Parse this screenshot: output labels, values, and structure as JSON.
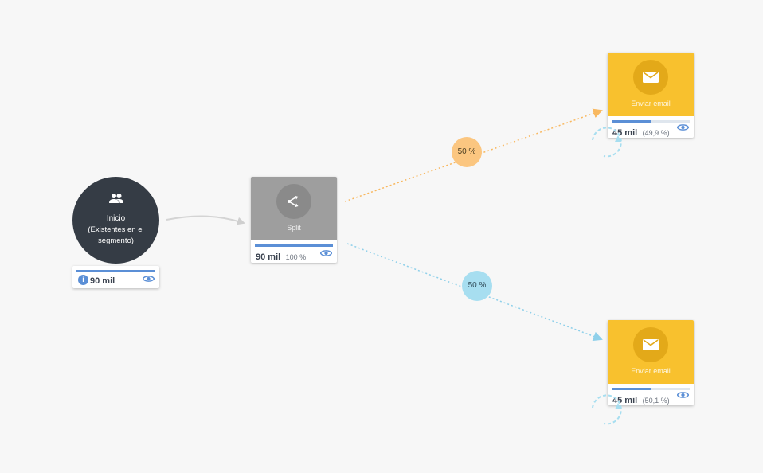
{
  "start_node": {
    "icon": "group-icon",
    "label": "Inicio",
    "sublabel": "(Existentes en el segmento)",
    "count": "90 mil",
    "progress": 1.0
  },
  "split_node": {
    "icon": "split-icon",
    "label": "Split",
    "count": "90 mil",
    "percent": "100 %",
    "progress": 1.0
  },
  "branches": [
    {
      "badge": "50 %",
      "badge_color": "#fbc680",
      "line_color": "#f8b860",
      "action": {
        "icon": "mail-icon",
        "label": "Enviar email",
        "count": "45 mil",
        "percent": "(49,9 %)",
        "progress": 0.5
      }
    },
    {
      "badge": "50 %",
      "badge_color": "#a7def0",
      "line_color": "#8fd0ea",
      "action": {
        "icon": "mail-icon",
        "label": "Enviar email",
        "count": "45 mil",
        "percent": "(50,1 %)",
        "progress": 0.5
      }
    }
  ],
  "colors": {
    "start_bg": "#353c45",
    "split_bg": "#9e9e9e",
    "email_bg": "#f8c12e",
    "progress": "#5b8fd6",
    "eye": "#5b8fd6"
  }
}
